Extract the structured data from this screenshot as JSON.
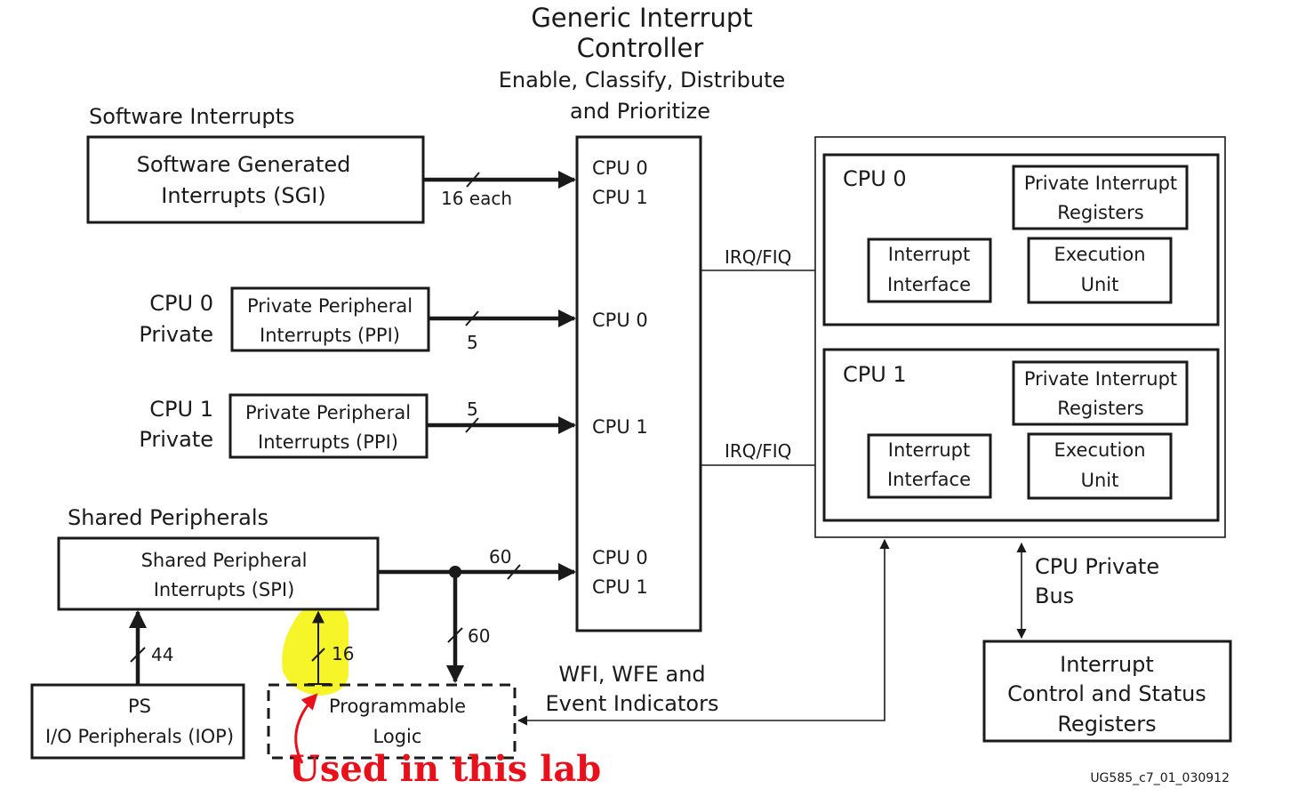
{
  "gic": {
    "title_line1": "Generic Interrupt",
    "title_line2": "Controller",
    "subtitle_line1": "Enable, Classify, Distribute",
    "subtitle_line2": "and Prioritize",
    "ports": {
      "sgi_cpu0": "CPU 0",
      "sgi_cpu1": "CPU 1",
      "ppi0_cpu0": "CPU 0",
      "ppi1_cpu1": "CPU 1",
      "spi_cpu0": "CPU 0",
      "spi_cpu1": "CPU 1"
    }
  },
  "software": {
    "section_label": "Software Interrupts",
    "box_line1": "Software Generated",
    "box_line2": "Interrupts (SGI)",
    "bus_label": "16 each"
  },
  "cpu0_private": {
    "label_line1": "CPU 0",
    "label_line2": "Private",
    "box_line1": "Private Peripheral",
    "box_line2": "Interrupts (PPI)",
    "bus_label": "5"
  },
  "cpu1_private": {
    "label_line1": "CPU 1",
    "label_line2": "Private",
    "box_line1": "Private Peripheral",
    "box_line2": "Interrupts (PPI)",
    "bus_label": "5"
  },
  "shared": {
    "section_label": "Shared Peripherals",
    "box_line1": "Shared Peripheral",
    "box_line2": "Interrupts (SPI)",
    "bus_label_top": "60",
    "bus_label_down": "60",
    "iop_bus_label": "44",
    "pl_bus_label": "16"
  },
  "iop": {
    "line1": "PS",
    "line2": "I/O Peripherals (IOP)"
  },
  "pl": {
    "line1": "Programmable",
    "line2": "Logic"
  },
  "wfi": {
    "line1": "WFI, WFE and",
    "line2": "Event Indicators"
  },
  "irq_label_0": "IRQ/FIQ",
  "irq_label_1": "IRQ/FIQ",
  "cpu0": {
    "title": "CPU 0",
    "pir_line1": "Private Interrupt",
    "pir_line2": "Registers",
    "ii_line1": "Interrupt",
    "ii_line2": "Interface",
    "eu_line1": "Execution",
    "eu_line2": "Unit"
  },
  "cpu1": {
    "title": "CPU 1",
    "pir_line1": "Private Interrupt",
    "pir_line2": "Registers",
    "ii_line1": "Interrupt",
    "ii_line2": "Interface",
    "eu_line1": "Execution",
    "eu_line2": "Unit"
  },
  "bus": {
    "line1": "CPU Private",
    "line2": "Bus"
  },
  "icsr": {
    "line1": "Interrupt",
    "line2": "Control and Status",
    "line3": "Registers"
  },
  "annotation": {
    "text": "Used in this lab",
    "highlight_color": "#f5f52a",
    "text_color": "#e8101a"
  },
  "figure_id": "UG585_c7_01_030912"
}
